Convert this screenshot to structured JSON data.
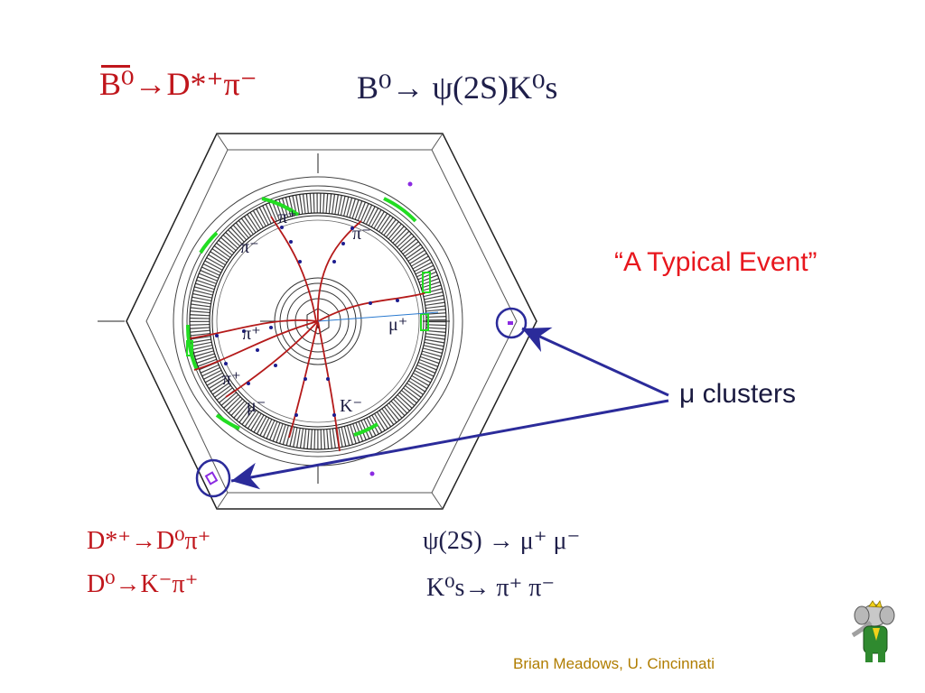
{
  "slide": {
    "title_left": "B⁰→D*⁺π⁻",
    "title_right": "B⁰→ ψ(2S)K⁰s",
    "annotation_event": "“A Typical Event”",
    "annotation_clusters": "μ clusters",
    "decay_1": "D*⁺→D⁰π⁺",
    "decay_2": "D⁰→K⁻π⁺",
    "decay_3": "ψ(2S) → μ⁺ μ⁻",
    "decay_4": "K⁰s→ π⁺ π⁻",
    "footer": "Brian Meadows, U. Cincinnati"
  },
  "tracks": {
    "pi_plus_top": "π⁺",
    "pi_minus_left": "π⁻",
    "pi_minus_right": "π⁻",
    "mu_plus": "μ⁺",
    "pi_plus_mid": "π⁺",
    "pi_plus_low": "π⁺",
    "mu_minus": "μ⁻",
    "k_minus": "K⁻"
  },
  "colors": {
    "title_red": "#c0161c",
    "track_red": "#b51a1a",
    "hit_blue": "#1d1d8f",
    "cal_green": "#22dd22",
    "muon_purple": "#8b2be2",
    "arrow_blue": "#2b2b9a",
    "typical_red": "#e8171e",
    "footer_gold": "#b07d00"
  },
  "icons": [
    "elephant-mascot-icon"
  ]
}
